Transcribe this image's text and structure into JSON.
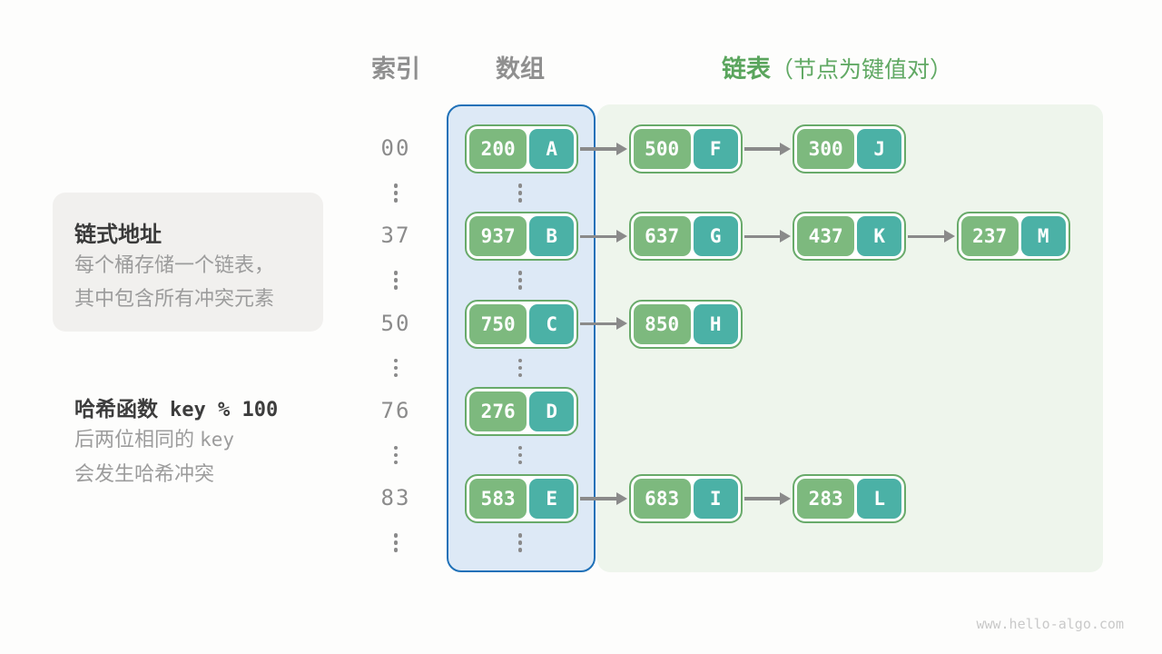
{
  "header": {
    "index_label": "索引",
    "array_label": "数组",
    "list_label": "链表",
    "list_note": "（节点为键值对）"
  },
  "info_box": {
    "title": "链式地址",
    "lines": [
      "每个桶存储一个链表，",
      "其中包含所有冲突元素"
    ]
  },
  "hash_note": {
    "title_cjk": "哈希函数",
    "title_code": "key % 100",
    "line1_cjk": "后两位相同的",
    "line1_code": "key",
    "line2": "会发生哈希冲突"
  },
  "rows": [
    {
      "index": "00",
      "nodes": [
        {
          "key": "200",
          "value": "A"
        },
        {
          "key": "500",
          "value": "F"
        },
        {
          "key": "300",
          "value": "J"
        }
      ]
    },
    {
      "index": "37",
      "nodes": [
        {
          "key": "937",
          "value": "B"
        },
        {
          "key": "637",
          "value": "G"
        },
        {
          "key": "437",
          "value": "K"
        },
        {
          "key": "237",
          "value": "M"
        }
      ]
    },
    {
      "index": "50",
      "nodes": [
        {
          "key": "750",
          "value": "C"
        },
        {
          "key": "850",
          "value": "H"
        }
      ]
    },
    {
      "index": "76",
      "nodes": [
        {
          "key": "276",
          "value": "D"
        }
      ]
    },
    {
      "index": "83",
      "nodes": [
        {
          "key": "583",
          "value": "E"
        },
        {
          "key": "683",
          "value": "I"
        },
        {
          "key": "283",
          "value": "L"
        }
      ]
    }
  ],
  "footer": {
    "watermark": "www.hello-algo.com"
  },
  "colors": {
    "key_bg": "#7db97e",
    "value_bg": "#4bb1a6",
    "node_border": "#68aa6a",
    "array_bg": "#dde9f6",
    "array_border": "#1f71b8",
    "list_bg": "#eef5ec",
    "arrow": "#8a8a8a",
    "accent_green": "#5aa55d",
    "header_gray": "#8f8f8f",
    "body_gray": "#9c9c9c",
    "dark_text": "#3a3a3a"
  }
}
